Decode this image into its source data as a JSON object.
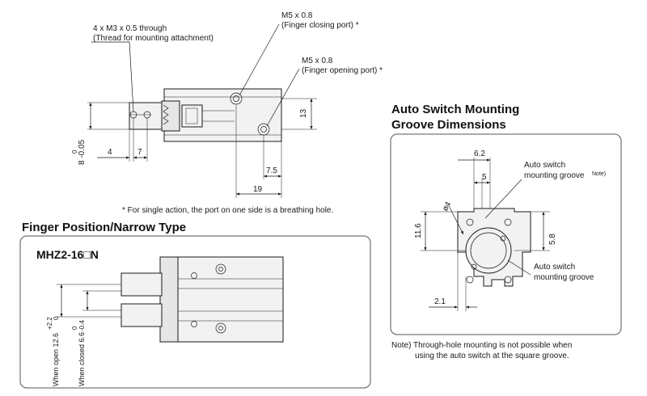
{
  "top_view": {
    "thread_label": "4 x M3 x 0.5 through",
    "thread_note": "(Thread for mounting attachment)",
    "closing_port_label": "M5 x 0.8",
    "closing_port_note": "(Finger closing port) *",
    "opening_port_label": "M5 x 0.8",
    "opening_port_note": "(Finger opening port) *",
    "dim_13": "13",
    "dim_7_5": "7.5",
    "dim_19": "19",
    "dim_4": "4",
    "dim_7": "7",
    "dim_8_tol": "8 -0.05",
    "dim_8_tol_upper": "0",
    "footnote": "* For single action, the port on one side is a breathing hole."
  },
  "finger_position": {
    "section_title": "Finger Position/Narrow Type",
    "model": "MHZ2-16□N",
    "open_label": "When open 12.6",
    "open_tol_upper": "+2.2",
    "open_tol_lower": "0",
    "closed_label": "When closed 6.6",
    "closed_tol_upper": "0",
    "closed_tol_lower": "-0.4"
  },
  "auto_switch": {
    "title_line1": "Auto Switch Mounting",
    "title_line2": "Groove Dimensions",
    "dim_6_2": "6.2",
    "dim_5": "5",
    "dim_phi4": "ø4",
    "dim_11_6": "11.6",
    "dim_5_8": "5.8",
    "dim_2_1": "2.1",
    "groove_label_line1": "Auto switch",
    "groove_label_line2": "mounting groove",
    "groove_note": "Note)",
    "groove2_line1": "Auto switch",
    "groove2_line2": "mounting groove",
    "note_line1": "Note) Through-hole mounting is not possible when",
    "note_line2": "using the auto switch at the square groove."
  }
}
